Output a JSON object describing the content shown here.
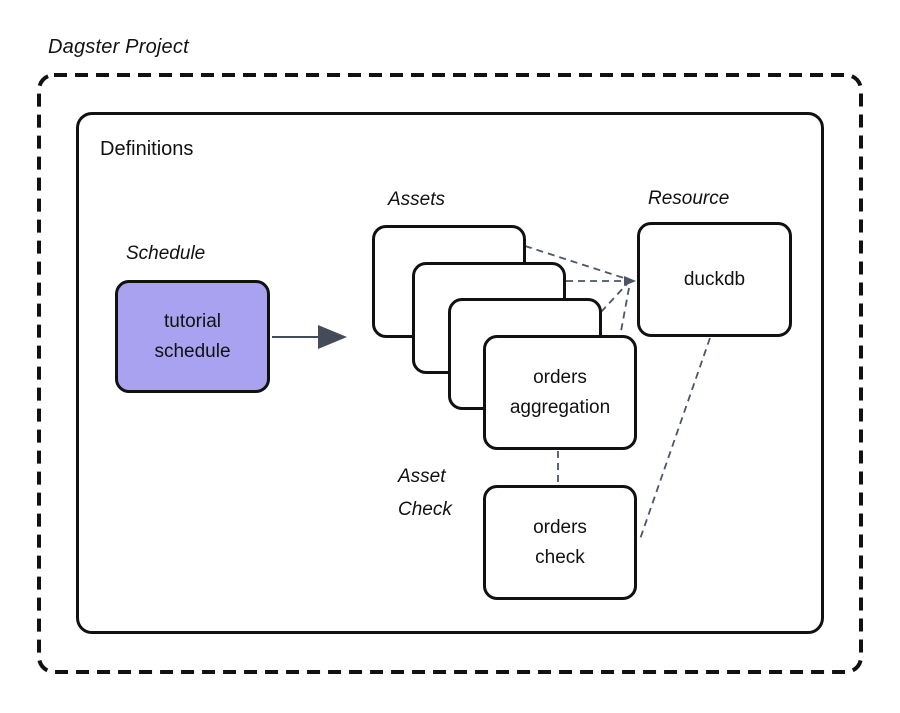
{
  "diagram": {
    "title": "Dagster Project",
    "container": {
      "label": "Definitions"
    },
    "group_labels": {
      "schedule": "Schedule",
      "assets": "Assets",
      "resource": "Resource",
      "asset_check": "Asset\nCheck"
    },
    "nodes": {
      "tutorial_schedule": "tutorial\nschedule",
      "orders_aggregation": "orders\naggregation",
      "duckdb": "duckdb",
      "orders_check": "orders\ncheck"
    },
    "colors": {
      "box_border": "#111111",
      "schedule_fill": "#a9a2f0",
      "connector_dashed": "#4a5568",
      "arrow_solid": "#454c59",
      "outer_dashed_border": "#111111"
    }
  }
}
